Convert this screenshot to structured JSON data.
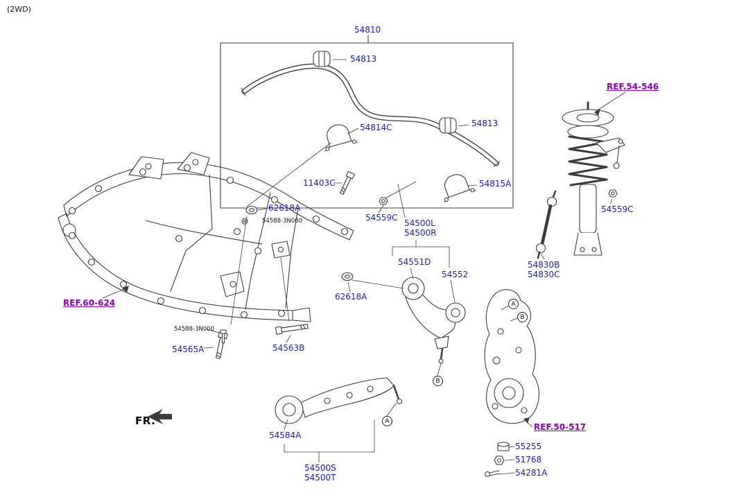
{
  "colors": {
    "part_label": "#1a1ac8",
    "ref_label": "#8a00b4",
    "line": "#3c3c3c",
    "background": "#ffffff"
  },
  "header": {
    "drivetrain_note": "(2WD)"
  },
  "labels": [
    {
      "text": "(2WD)",
      "kind": "note"
    },
    {
      "text": "54810",
      "kind": "part"
    },
    {
      "text": "54813",
      "kind": "part"
    },
    {
      "text": "REF.54-546",
      "kind": "ref"
    },
    {
      "text": "54814C",
      "kind": "part"
    },
    {
      "text": "54813",
      "kind": "part"
    },
    {
      "text": "11403C",
      "kind": "part"
    },
    {
      "text": "54815A",
      "kind": "part"
    },
    {
      "text": "62618A",
      "kind": "part"
    },
    {
      "text": "54588-3N000",
      "kind": "note"
    },
    {
      "text": "54559C",
      "kind": "part"
    },
    {
      "text": "54500L",
      "kind": "part"
    },
    {
      "text": "54500R",
      "kind": "part"
    },
    {
      "text": "54551D",
      "kind": "part"
    },
    {
      "text": "54552",
      "kind": "part"
    },
    {
      "text": "62618A",
      "kind": "part"
    },
    {
      "text": "54830B",
      "kind": "part"
    },
    {
      "text": "54830C",
      "kind": "part"
    },
    {
      "text": "54559C",
      "kind": "part"
    },
    {
      "text": "REF.60-624",
      "kind": "ref"
    },
    {
      "text": "54588-3N000",
      "kind": "note"
    },
    {
      "text": "54565A",
      "kind": "part"
    },
    {
      "text": "54563B",
      "kind": "part"
    },
    {
      "text": "FR.",
      "kind": "note"
    },
    {
      "text": "54584A",
      "kind": "part"
    },
    {
      "text": "54500S",
      "kind": "part"
    },
    {
      "text": "54500T",
      "kind": "part"
    },
    {
      "text": "REF.50-517",
      "kind": "ref"
    },
    {
      "text": "55255",
      "kind": "part"
    },
    {
      "text": "51768",
      "kind": "part"
    },
    {
      "text": "54281A",
      "kind": "part"
    }
  ],
  "callouts": [
    {
      "letter": "A"
    },
    {
      "letter": "B"
    },
    {
      "letter": "B"
    },
    {
      "letter": "A"
    }
  ]
}
